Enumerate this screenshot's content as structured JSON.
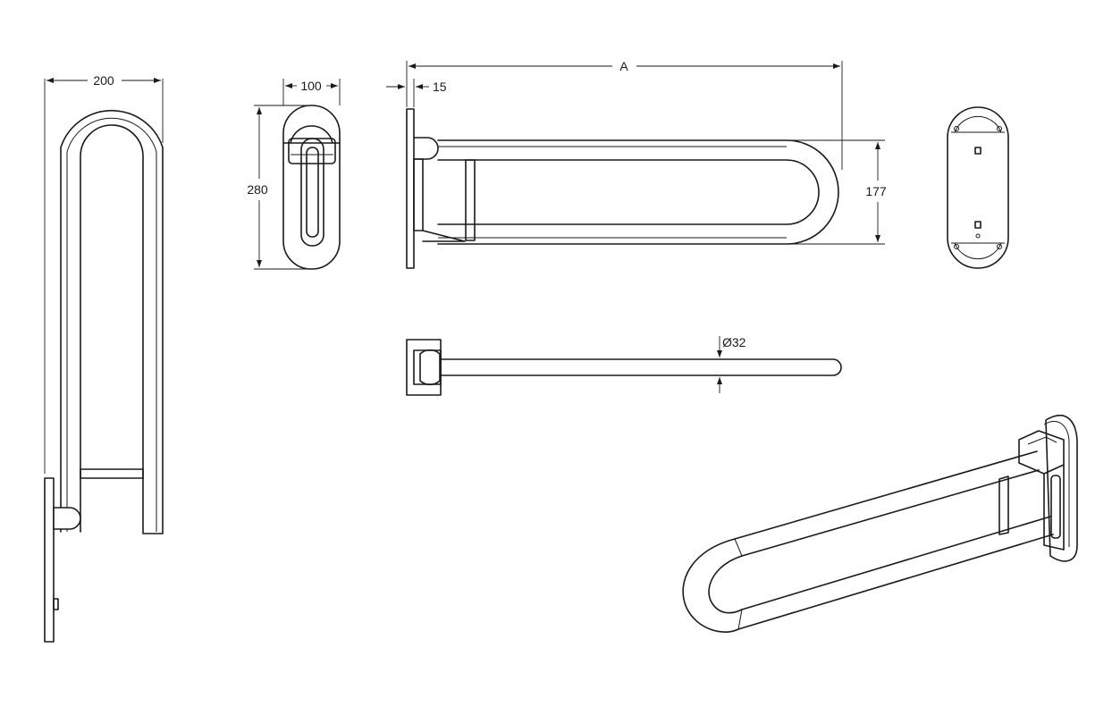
{
  "dimensions": {
    "width_label": "200",
    "depth_label": "100",
    "height_label": "280",
    "length_label": "A",
    "plate_label": "15",
    "rise_label": "177",
    "diameter_label": "Ø32"
  }
}
